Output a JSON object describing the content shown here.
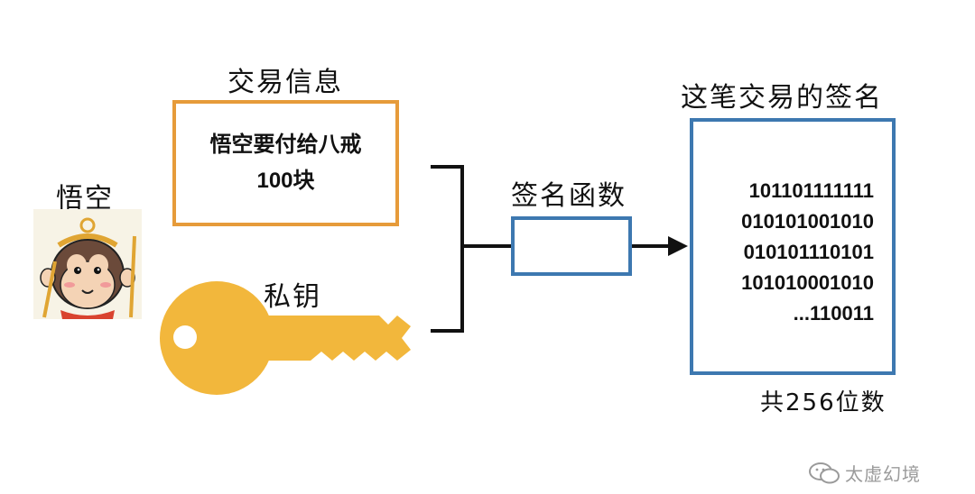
{
  "wukong": {
    "name": "悟空"
  },
  "transaction": {
    "title": "交易信息",
    "lines": [
      "悟空要付给八戒",
      "100块"
    ]
  },
  "private_key": {
    "label": "私钥"
  },
  "sign_function": {
    "label": "签名函数"
  },
  "signature": {
    "title": "这笔交易的签名",
    "bits": [
      "101101111111",
      "010101001010",
      "010101110101",
      "101010001010",
      "...110011"
    ],
    "footnote": "共256位数"
  },
  "watermark": {
    "text": "太虚幻境"
  },
  "colors": {
    "transaction_border": "#e69b3a",
    "function_border": "#3d78b0",
    "key_fill": "#f2b73c"
  }
}
